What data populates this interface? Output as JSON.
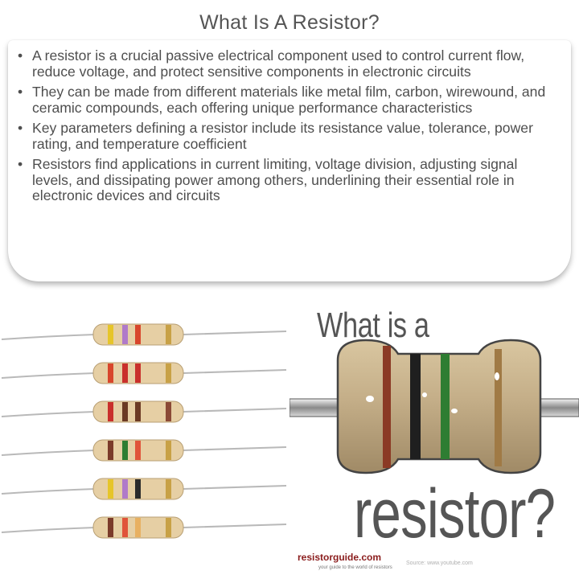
{
  "header": {
    "title": "What Is A Resistor?"
  },
  "bullets": [
    "A resistor is a crucial passive electrical component used to control current flow, reduce voltage, and protect sensitive components in electronic circuits",
    "They can be made from different materials like metal film, carbon, wirewound, and ceramic compounds, each offering unique performance characteristics",
    "Key parameters defining a resistor include its resistance value, tolerance, power rating, and temperature coefficient",
    "Resistors find applications in current limiting, voltage division, adjusting signal levels, and dissipating power among others, underlining their essential role in electronic devices and circuits"
  ],
  "graphic": {
    "question_top": "What is a",
    "question_bottom": "resistor?",
    "logo_brand": "resistorguide.com",
    "logo_tagline": "your guide to the world of resistors",
    "source": "Source: www.youtube.com"
  },
  "resistor_photo": {
    "resistors": [
      {
        "bands": [
          "#e6c52a",
          "#b07ac9",
          "#d8462c",
          "#c8a146"
        ]
      },
      {
        "bands": [
          "#d8462c",
          "#c9302c",
          "#c9302c",
          "#c8a146"
        ]
      },
      {
        "bands": [
          "#c9302c",
          "#6b3a24",
          "#6b3a24",
          "#8b4a36"
        ]
      },
      {
        "bands": [
          "#7b3b2a",
          "#2e7d32",
          "#e0543a",
          "#c8a146"
        ]
      },
      {
        "bands": [
          "#e6c52a",
          "#b07ac9",
          "#2a2a2a",
          "#c8a146"
        ]
      },
      {
        "bands": [
          "#7b3b2a",
          "#e0543a",
          "#e8b061",
          "#c8a146"
        ]
      }
    ]
  },
  "colors": {
    "title": "#555555",
    "text": "#4e4e4e",
    "resistor_body": "#e6cfa4",
    "large_resistor_body": "#c9b48f",
    "logo": "#8a1c1c"
  }
}
